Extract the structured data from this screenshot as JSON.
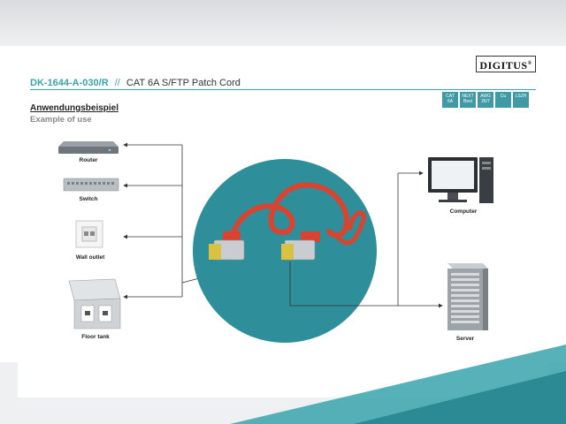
{
  "header": {
    "brand": "DIGITUS",
    "part_number": "DK-1644-A-030/R",
    "separator": "//",
    "product": "CAT 6A S/FTP Patch Cord"
  },
  "badges": [
    {
      "l1": "CAT",
      "l2": "6A"
    },
    {
      "l1": "NEXT",
      "l2": "Best"
    },
    {
      "l1": "AWG",
      "l2": "26/7"
    },
    {
      "l1": "Cu",
      "l2": ""
    },
    {
      "l1": "LSZH",
      "l2": ""
    }
  ],
  "section": {
    "title": "Anwendungsbeispiel",
    "subtitle": "Example of use"
  },
  "devices_left": {
    "router": "Router",
    "switch": "Switch",
    "wall_outlet": "Wall outlet",
    "floor_tank": "Floor tank"
  },
  "devices_right": {
    "computer": "Computer",
    "server": "Server"
  },
  "colors": {
    "accent": "#3aa3ad",
    "circle": "#2e8f9a",
    "cable": "#d8442f",
    "connector_gold": "#d9c243"
  }
}
